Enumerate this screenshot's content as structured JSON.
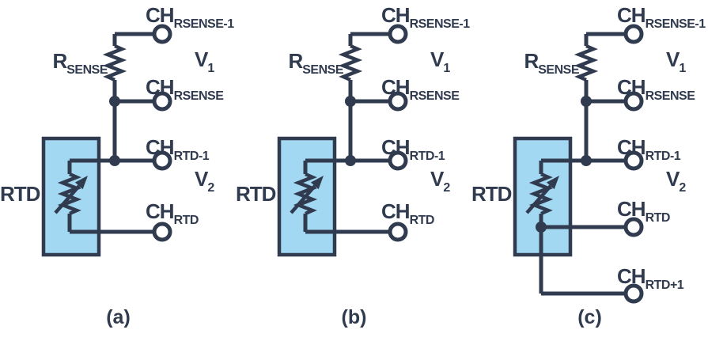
{
  "colors": {
    "line": "#313B4F",
    "rtd_fill": "#A3D8F2",
    "background": "#FFFFFF"
  },
  "figures": [
    {
      "id": "a",
      "caption": "(a)",
      "labels": {
        "ch_top": {
          "main": "CH",
          "sub": "RSENSE-1"
        },
        "v_upper": {
          "main": "V",
          "sub": "1"
        },
        "ch_rsense": {
          "main": "CH",
          "sub": "RSENSE"
        },
        "ch_rtd_prev": {
          "main": "CH",
          "sub": "RTD-1"
        },
        "v_lower": {
          "main": "V",
          "sub": "2"
        },
        "ch_rtd": {
          "main": "CH",
          "sub": "RTD"
        },
        "rsense": {
          "main": "R",
          "sub": "SENSE"
        },
        "rtd": "RTD"
      }
    },
    {
      "id": "b",
      "caption": "(b)",
      "labels": {
        "ch_top": {
          "main": "CH",
          "sub": "RSENSE-1"
        },
        "v_upper": {
          "main": "V",
          "sub": "1"
        },
        "ch_rsense": {
          "main": "CH",
          "sub": "RSENSE"
        },
        "ch_rtd_prev": {
          "main": "CH",
          "sub": "RTD-1"
        },
        "v_lower": {
          "main": "V",
          "sub": "2"
        },
        "ch_rtd": {
          "main": "CH",
          "sub": "RTD"
        },
        "rsense": {
          "main": "R",
          "sub": "SENSE"
        },
        "rtd": "RTD"
      }
    },
    {
      "id": "c",
      "caption": "(c)",
      "labels": {
        "ch_top": {
          "main": "CH",
          "sub": "RSENSE-1"
        },
        "v_upper": {
          "main": "V",
          "sub": "1"
        },
        "ch_rsense": {
          "main": "CH",
          "sub": "RSENSE"
        },
        "ch_rtd_prev": {
          "main": "CH",
          "sub": "RTD-1"
        },
        "v_lower": {
          "main": "V",
          "sub": "2"
        },
        "ch_rtd": {
          "main": "CH",
          "sub": "RTD"
        },
        "ch_rtd_next": {
          "main": "CH",
          "sub": "RTD+1"
        },
        "rsense": {
          "main": "R",
          "sub": "SENSE"
        },
        "rtd": "RTD"
      }
    }
  ]
}
